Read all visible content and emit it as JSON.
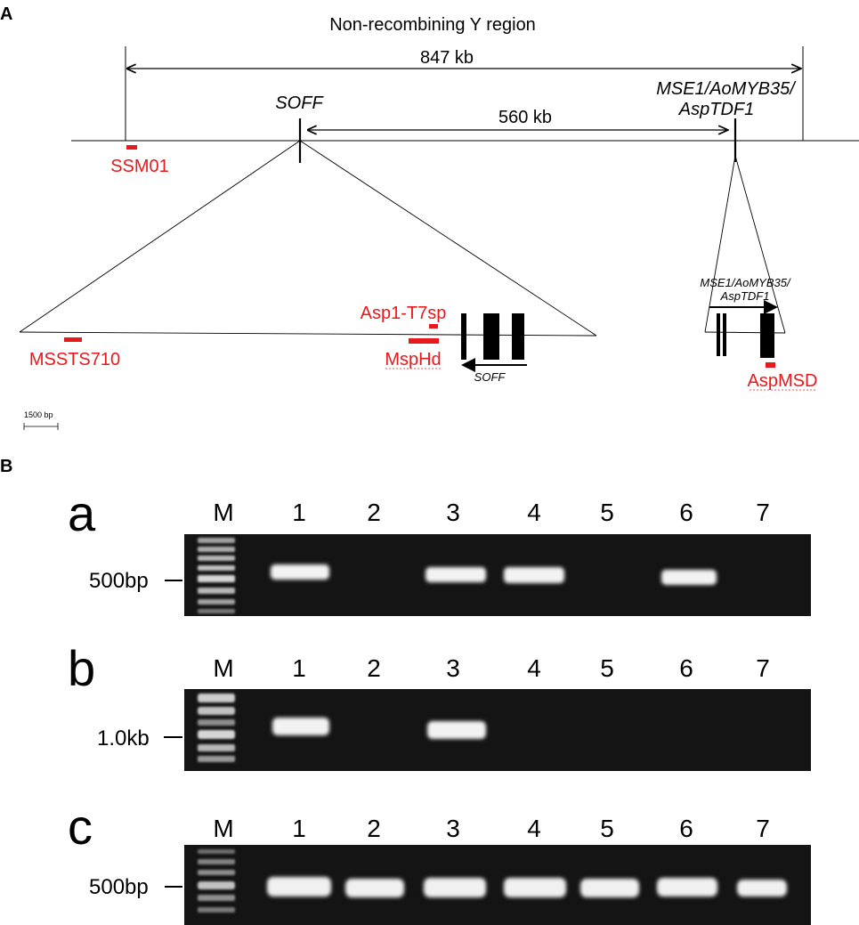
{
  "panels": {
    "a_letter": "A",
    "b_letter": "B"
  },
  "map": {
    "region_title": "Non-recombining Y region",
    "span_label": "847 kb",
    "gap_label": "560 kb",
    "gene_left": "SOFF",
    "gene_right_line1": "MSE1/AoMYB35/",
    "gene_right_line2": "AspTDF1",
    "zoom_right_line1": "MSE1/AoMYB35/",
    "zoom_right_line2": "AspTDF1",
    "zoom_left_gene": "SOFF",
    "scale_bar": "1500 bp",
    "markers": {
      "ssm01": "SSM01",
      "mssts710": "MSSTS710",
      "asp1_t7sp": "Asp1-T7sp",
      "msphd": "MspHd",
      "aspmsd": "AspMSD"
    }
  },
  "gels": [
    {
      "id": "a",
      "lanes": [
        "M",
        "1",
        "2",
        "3",
        "4",
        "5",
        "6",
        "7"
      ],
      "size_label": "500bp",
      "bands_present": [
        true,
        false,
        true,
        true,
        false,
        true,
        false
      ]
    },
    {
      "id": "b",
      "lanes": [
        "M",
        "1",
        "2",
        "3",
        "4",
        "5",
        "6",
        "7"
      ],
      "size_label": "1.0kb",
      "bands_present": [
        true,
        false,
        true,
        false,
        false,
        false,
        false
      ]
    },
    {
      "id": "c",
      "lanes": [
        "M",
        "1",
        "2",
        "3",
        "4",
        "5",
        "6",
        "7"
      ],
      "size_label": "500bp",
      "bands_present": [
        true,
        true,
        true,
        true,
        true,
        true,
        true
      ]
    }
  ],
  "colors": {
    "marker_red": "#e8191c",
    "gel_bg": "#141414",
    "band": "#f2f2f2"
  }
}
